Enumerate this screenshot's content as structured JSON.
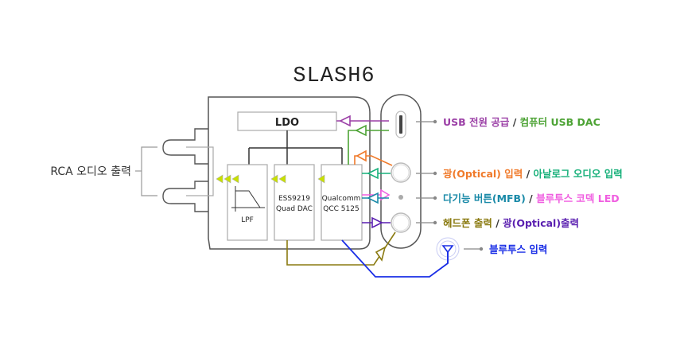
{
  "title": "SLASH6",
  "blocks": {
    "ldo": "LDO",
    "lpf": "LPF",
    "dac_line1": "ESS9219",
    "dac_line2": "Quad DAC",
    "bt_line1": "Qualcomm",
    "bt_line2": "QCC 5125"
  },
  "left_label": "RCA 오디오 출력",
  "right_labels": [
    {
      "part1": "USB 전원 공급",
      "sep": " / ",
      "part2": "컴퓨터 USB DAC",
      "color1": "#9b3fa6",
      "color2": "#4da335"
    },
    {
      "part1": "광(Optical) 입력",
      "sep": " / ",
      "part2": "아날로그 오디오 입력",
      "color1": "#f07a2a",
      "color2": "#17b07a"
    },
    {
      "part1": "다기능 버튼(MFB)",
      "sep": " / ",
      "part2": "블루투스 코덱 LED",
      "color1": "#1a8aa8",
      "color2": "#f05ee0"
    },
    {
      "part1": "헤드폰 출력",
      "sep": " / ",
      "part2": "광(Optical)출력",
      "color1": "#8a7a10",
      "color2": "#5a1fb0"
    }
  ],
  "bluetooth_label": "블루투스 입력",
  "colors": {
    "usb_power": "#9b3fa6",
    "usb_dac": "#4da335",
    "optical_in": "#f07a2a",
    "analog_in": "#17b07a",
    "mfb": "#1a8aa8",
    "led": "#f05ee0",
    "headphone": "#8a7a10",
    "optical_out": "#5a1fb0",
    "bluetooth": "#1a2ee6",
    "signal_arrow": "#c8e000",
    "separator": "#333333"
  }
}
